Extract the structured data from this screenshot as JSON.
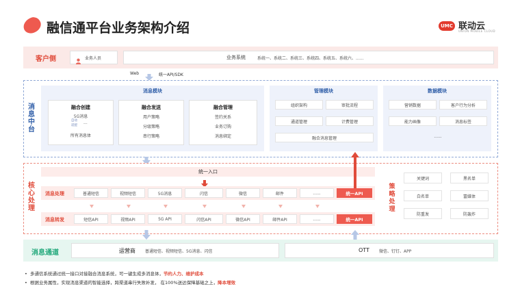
{
  "header": {
    "title": "融信通平台业务架构介绍",
    "brand_badge": "UMC",
    "brand_name": "联动云",
    "brand_sub": "UNION MOBILE CLOUD"
  },
  "customer": {
    "label": "客户侧",
    "user": "业务人员",
    "system_title": "业务系统",
    "system_list": "系统一、系统二、系统三、系统四、系统五、系统六、......"
  },
  "web_label": "Web",
  "api_label": "统一API/SDK",
  "message_center": {
    "label": "消息中台",
    "msg_module": {
      "title": "消息模块",
      "columns": [
        {
          "title": "融合创建",
          "items": [
            "5G消息",
            "...",
            "所有消息体"
          ],
          "note": "自动",
          "note2": "适配"
        },
        {
          "title": "融合发送",
          "items": [
            "用户策略",
            "分级策略",
            "串行策略"
          ]
        },
        {
          "title": "融合管理",
          "items": [
            "签约关系",
            "业务订购",
            "消息绑定"
          ]
        }
      ]
    },
    "mgmt_module": {
      "title": "管理模块",
      "cells": [
        "组织架构",
        "审批流程",
        "通道管理",
        "计费管理"
      ],
      "wide_cell": "融合消息管理"
    },
    "data_module": {
      "title": "数据模块",
      "cells": [
        "营销数据",
        "客户行为分析",
        "能力画像",
        "消息标签"
      ],
      "ellipsis": "......"
    }
  },
  "core": {
    "label": "核心处理",
    "entry": "统一入口",
    "rows": [
      {
        "label": "消息处理",
        "cells": [
          "普通短信",
          "视频短信",
          "5G消息",
          "闪信",
          "微信",
          "邮件",
          "......"
        ],
        "api": "统一API"
      },
      {
        "label": "消息转发",
        "cells": [
          "短信API",
          "视频API",
          "5G API",
          "闪信API",
          "微信API",
          "邮件API",
          "......"
        ],
        "api": "统一API"
      }
    ],
    "strategy": {
      "label": "策略处理",
      "cells": [
        "关键词",
        "黑名单",
        "白名单",
        "富媒体",
        "防重发",
        "防轰炸"
      ]
    }
  },
  "channel": {
    "label": "消息通道",
    "operator": "运营商",
    "operator_list": "普通短信、视频短信、5G消息、闪信",
    "ott": "OTT",
    "ott_list": "微信、钉钉、APP"
  },
  "bullets": [
    {
      "text": "多通信系统通过统一接口对接融合消息系统，可一键生成多消息体，",
      "highlight": "节约人力、维护成本"
    },
    {
      "text": "根据业务属性，实现消息渠道的智能选择，跨渠道串行失败补发， 在100%送达保障基础之上，",
      "highlight": "降本增效"
    }
  ],
  "colors": {
    "accent_red": "#ee5a4f",
    "accent_blue": "#2f5ea8",
    "channel_green": "#20a87a"
  }
}
